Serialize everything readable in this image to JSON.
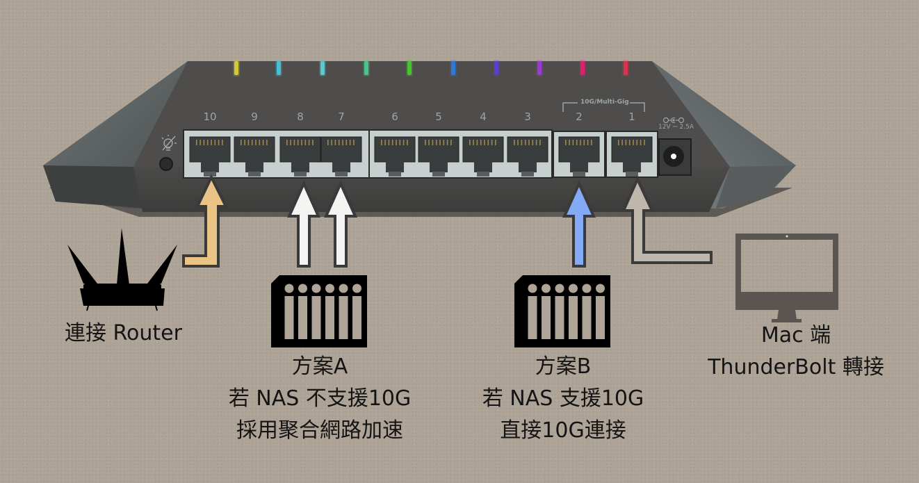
{
  "switch": {
    "port_numbers": [
      "10",
      "9",
      "8",
      "7",
      "6",
      "5",
      "4",
      "3",
      "2",
      "1"
    ],
    "multigig_label": "10G/Multi-Gig",
    "power_label": "12V ⎓ 2.5A",
    "led_colors": [
      "#d2c83a",
      "#45c2d4",
      "#5cc9d0",
      "#49c48c",
      "#48c22e",
      "#2e78d6",
      "#5a3fd0",
      "#9a3ad0",
      "#e0206e",
      "#e03050"
    ]
  },
  "arrows": {
    "router_color": "#e9c486",
    "nas_a_color": "#f4f4f2",
    "nas_b_color": "#84aaf5",
    "mac_color": "#bfb6ac"
  },
  "devices": {
    "router": {
      "icon": "router-icon",
      "label": "連接 Router"
    },
    "nas_a": {
      "icon": "nas-icon",
      "lines": [
        "方案A",
        "若 NAS 不支援10G",
        "採用聚合網路加速"
      ]
    },
    "nas_b": {
      "icon": "nas-icon",
      "lines": [
        "方案B",
        "若 NAS 支援10G",
        "直接10G連接"
      ]
    },
    "mac": {
      "icon": "monitor-icon",
      "lines": [
        "Mac 端",
        "ThunderBolt 轉接"
      ]
    }
  }
}
